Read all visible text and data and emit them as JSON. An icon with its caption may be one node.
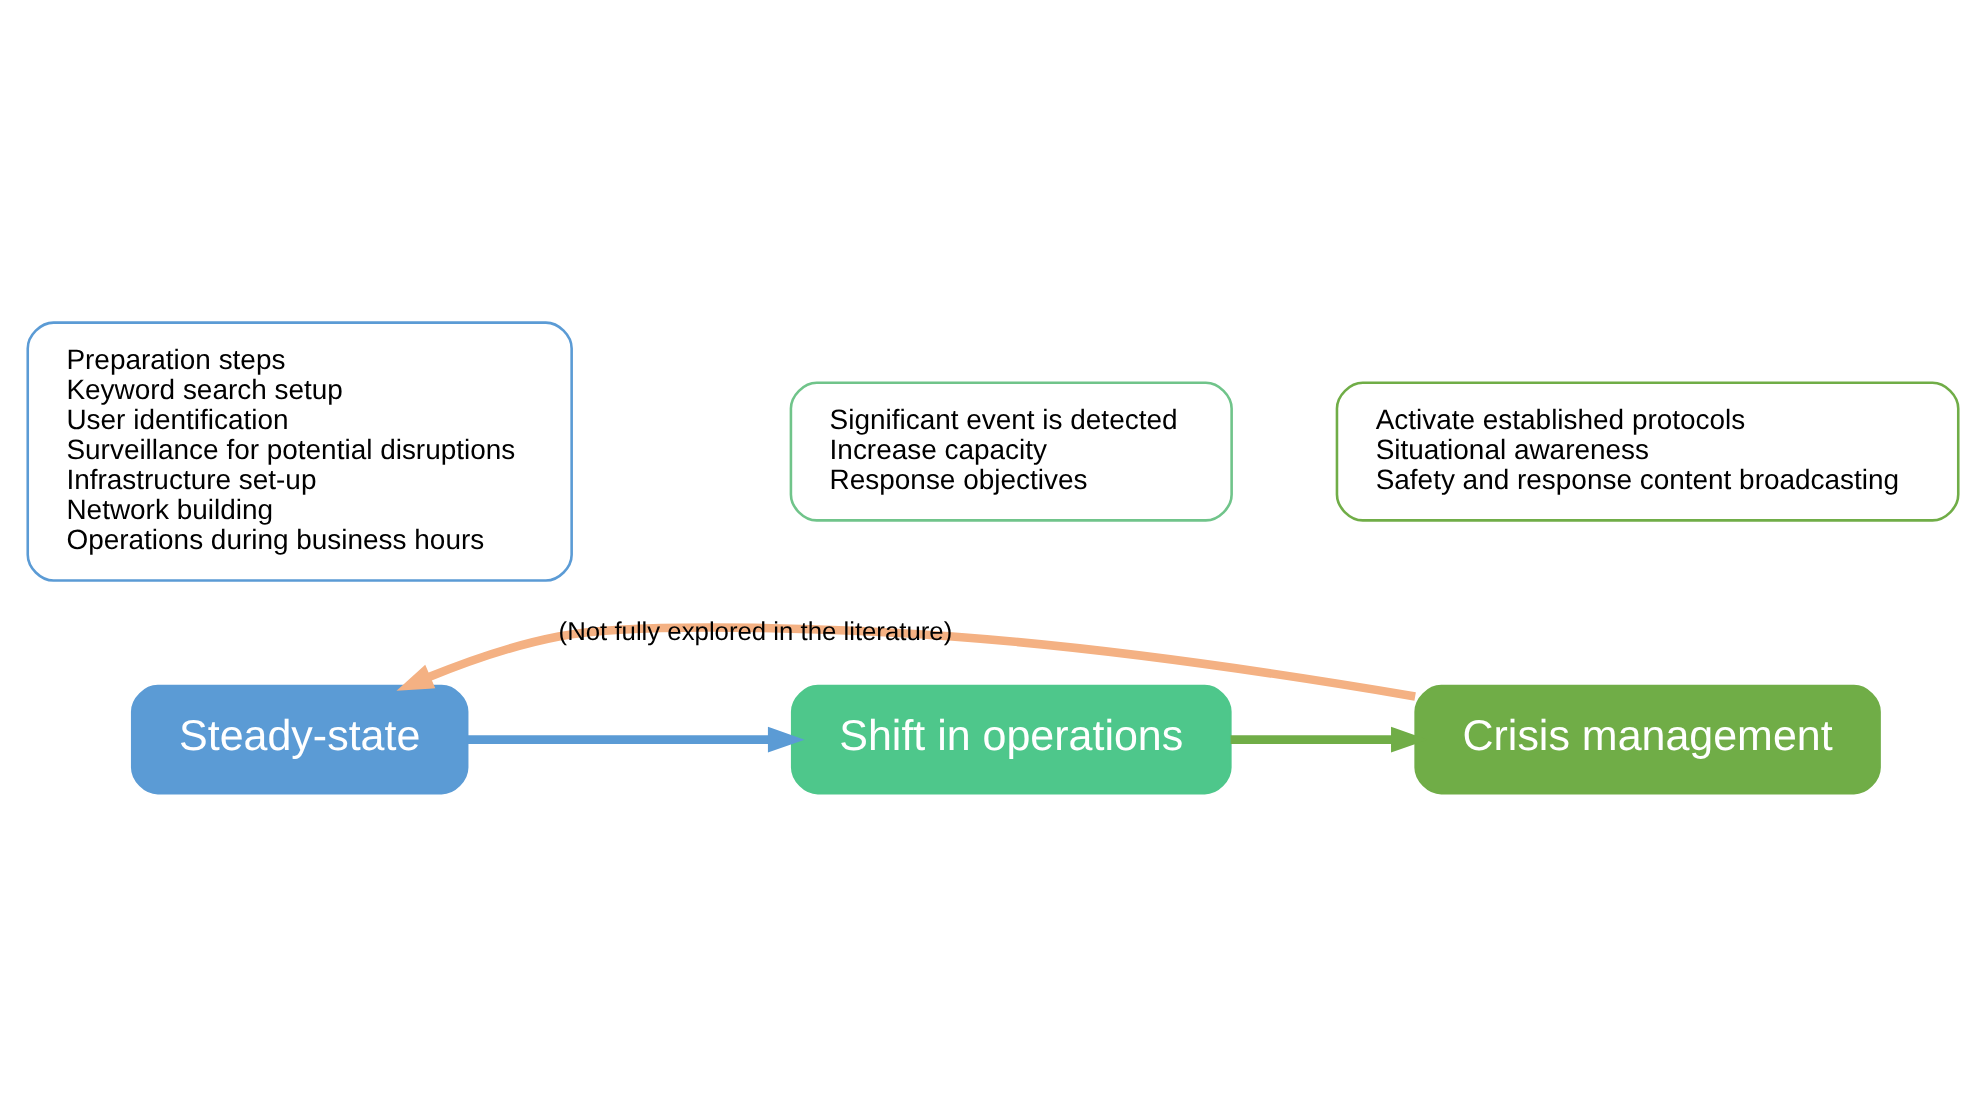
{
  "diagram": {
    "nodes": [
      {
        "text": [
          "Preparation steps",
          "Keyword search setup",
          "User identification",
          "Surveillance for potential disruptions",
          "Infrastructure set-up",
          "Network building",
          "Operations during business hours"
        ]
      },
      {
        "text": [
          "Steady-state"
        ]
      },
      {
        "text": [
          "Shift in operations"
        ]
      },
      {
        "text": [
          "Significant event is detected",
          "Increase capacity",
          "Response objectives"
        ]
      },
      {
        "text": [
          "Activate established protocols",
          "Situational awareness",
          "Safety and response content broadcasting"
        ]
      },
      {
        "text": [
          "Crisis management"
        ]
      }
    ],
    "edges": [
      {
        "from": 1,
        "to": 2,
        "arrow": "to",
        "color": "#5b9bd5"
      },
      {
        "from": 2,
        "to": 5,
        "arrow": "to",
        "color": "#70ad47"
      },
      {
        "from": 5,
        "to": 1,
        "arrow": "to",
        "color": "#f4b183",
        "label": "(Not fully explored in the literature)"
      }
    ]
  }
}
